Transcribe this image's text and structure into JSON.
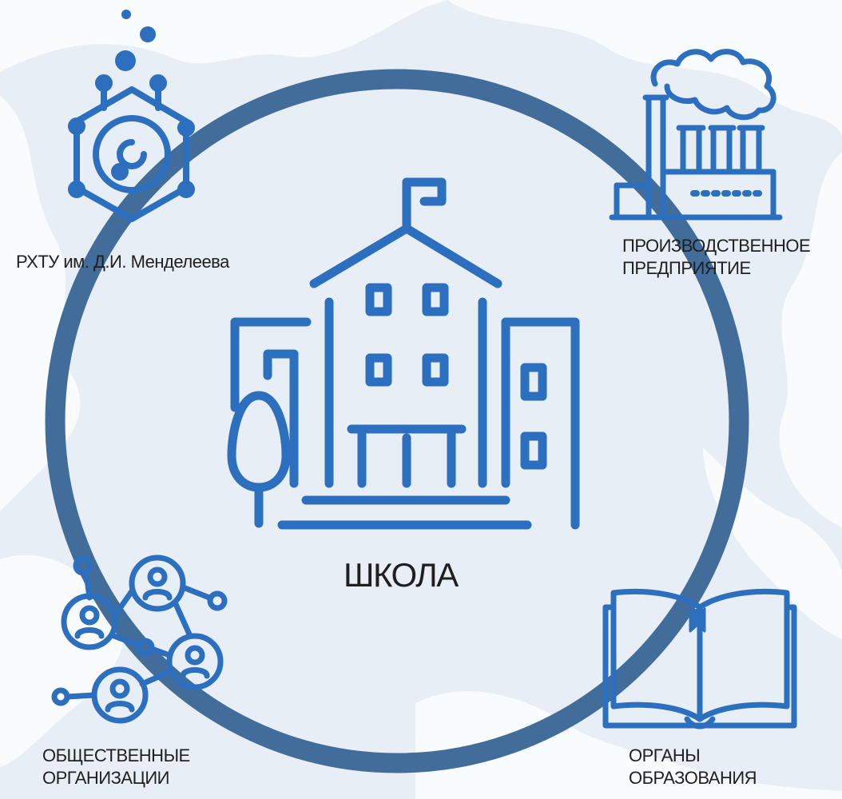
{
  "diagram": {
    "center": {
      "label": "ШКОЛА",
      "icon": "school-building-icon"
    },
    "nodes": [
      {
        "id": "rhtu",
        "label": "РХТУ им. Д.И. Менделеева",
        "icon": "chemistry-molecule-icon"
      },
      {
        "id": "industry",
        "lines": [
          "ПРОИЗВОДСТВЕННОЕ",
          "ПРЕДПРИЯТИЕ"
        ],
        "icon": "factory-icon"
      },
      {
        "id": "public",
        "lines": [
          "ОБЩЕСТВЕННЫЕ",
          "ОРГАНИЗАЦИИ"
        ],
        "icon": "people-network-icon"
      },
      {
        "id": "education",
        "lines": [
          "ОРГАНЫ",
          "ОБРАЗОВАНИЯ"
        ],
        "icon": "open-book-icon"
      }
    ]
  },
  "colors": {
    "icon_blue": "#2b6fbe",
    "ring": "#426d9b",
    "background": "#e8eef5",
    "map_land": "#ffffff",
    "text": "#1f1f1f"
  }
}
